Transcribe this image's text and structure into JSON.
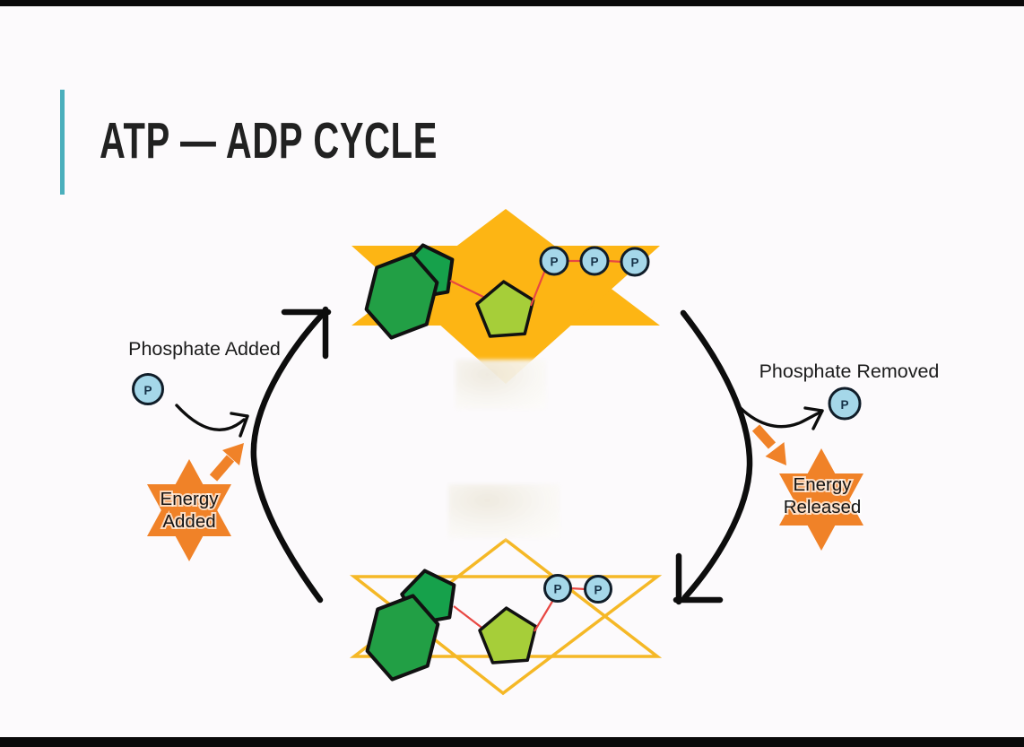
{
  "slide": {
    "title": "ATP — ADP CYCLE"
  },
  "left_process": {
    "phosphate_label": "Phosphate Added",
    "phosphate_symbol": "P",
    "energy_word1": "Energy",
    "energy_word2": "Added"
  },
  "right_process": {
    "phosphate_label": "Phosphate Removed",
    "phosphate_symbol": "P",
    "energy_word1": "Energy",
    "energy_word2": "Released"
  },
  "molecules": {
    "top": {
      "phosphate_symbol": "P",
      "phosphate_count": 3,
      "label_hidden": true
    },
    "bottom": {
      "phosphate_symbol": "P",
      "phosphate_count": 2,
      "label_hidden": true
    }
  },
  "colors": {
    "accent_teal": "#4BAFBC",
    "star_yellow": "#FDB514",
    "star_outline_yellow": "#F5B826",
    "orange": "#F08228",
    "hexagon_green": "#229F45",
    "pentagon_green": "#16A14B",
    "ribose_green": "#A6CE39",
    "phosphate_blue": "#A5D7E9",
    "bond_red": "#E84742"
  }
}
